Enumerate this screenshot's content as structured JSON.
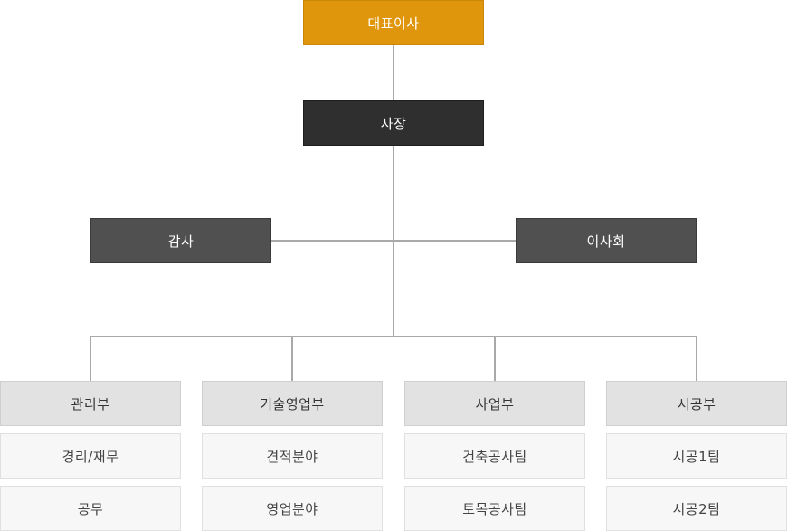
{
  "top": {
    "ceo": "대표이사",
    "president": "사장"
  },
  "side": {
    "left": "감사",
    "right": "이사회"
  },
  "departments": [
    {
      "name": "관리부",
      "teams": [
        "경리/재무",
        "공무"
      ]
    },
    {
      "name": "기술영업부",
      "teams": [
        "견적분야",
        "영업분야"
      ]
    },
    {
      "name": "사업부",
      "teams": [
        "건축공사팀",
        "토목공사팀"
      ]
    },
    {
      "name": "시공부",
      "teams": [
        "시공1팀",
        "시공2팀"
      ]
    }
  ],
  "colors": {
    "ceo": "#e0960c",
    "president": "#2f2f2f",
    "side": "#505050",
    "department": "#e2e2e2",
    "team": "#f7f7f7",
    "connector": "#a9a9a9"
  }
}
